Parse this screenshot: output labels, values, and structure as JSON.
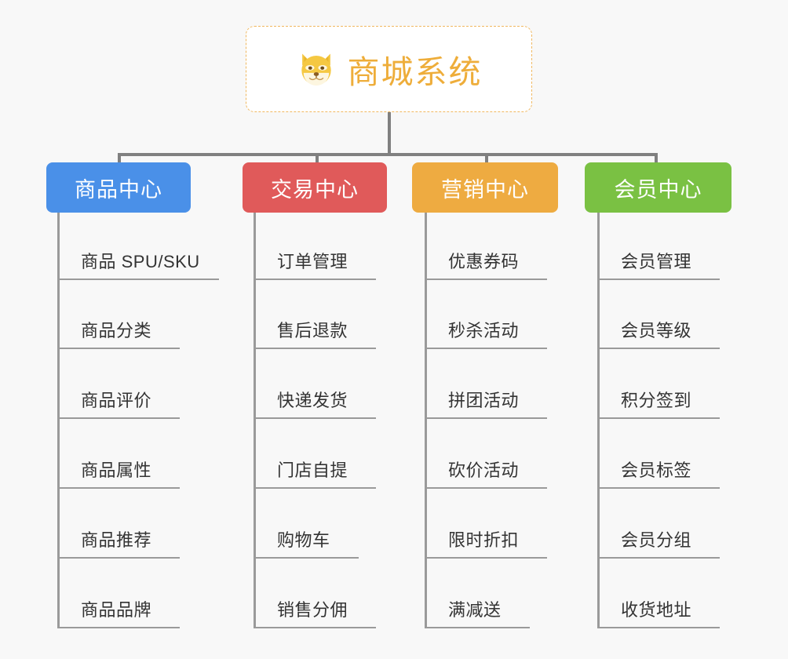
{
  "page": {
    "background_color": "#f8f8f8",
    "connector_color": "#808080",
    "rule_color": "#9a9a9a"
  },
  "root": {
    "title": "商城系统",
    "icon": "shiba-dog-face-icon",
    "text_color": "#eead3a",
    "border_color": "#f0b860",
    "background_color": "#ffffff"
  },
  "columns": [
    {
      "header": "商品中心",
      "color": "#4a90e8",
      "items": [
        "商品 SPU/SKU",
        "商品分类",
        "商品评价",
        "商品属性",
        "商品推荐",
        "商品品牌"
      ]
    },
    {
      "header": "交易中心",
      "color": "#e05a5a",
      "items": [
        "订单管理",
        "售后退款",
        "快递发货",
        "门店自提",
        "购物车",
        "销售分佣"
      ]
    },
    {
      "header": "营销中心",
      "color": "#eeab41",
      "items": [
        "优惠券码",
        "秒杀活动",
        "拼团活动",
        "砍价活动",
        "限时折扣",
        "满减送"
      ]
    },
    {
      "header": "会员中心",
      "color": "#7ac143",
      "items": [
        "会员管理",
        "会员等级",
        "积分签到",
        "会员标签",
        "会员分组",
        "收货地址"
      ]
    }
  ]
}
